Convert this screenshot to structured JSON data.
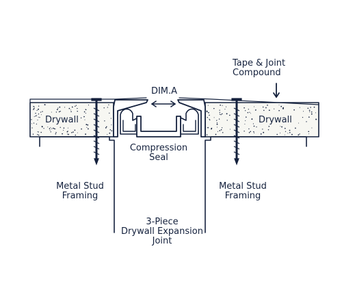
{
  "labels": {
    "tape_joint_line1": "Tape & Joint",
    "tape_joint_line2": "Compound",
    "dim_a": "DIM.A",
    "drywall_left": "Drywall",
    "drywall_right": "Drywall",
    "compression_line1": "Compression",
    "compression_line2": "Seal",
    "stud_left_line1": "Metal Stud",
    "stud_left_line2": "Framing",
    "stud_right_line1": "Metal Stud",
    "stud_right_line2": "Framing",
    "joint_line1": "3-Piece",
    "joint_line2": "Drywall Expansion",
    "joint_line3": "Joint"
  },
  "colors": {
    "ink": "#14213d",
    "board_fill": "#f7f7f2",
    "background": "#ffffff"
  }
}
